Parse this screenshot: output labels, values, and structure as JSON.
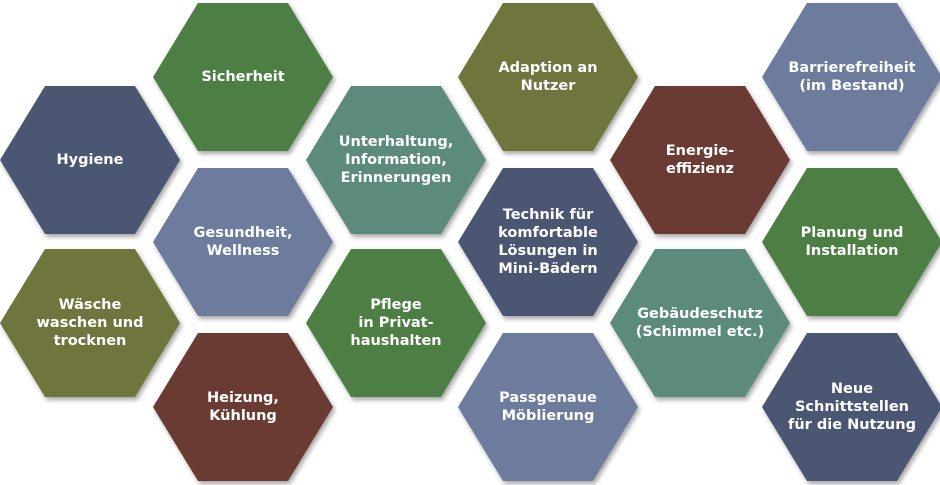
{
  "tiles": [
    {
      "lines": [
        "Hygiene"
      ],
      "color": "#4b5773"
    },
    {
      "lines": [
        "Sicherheit"
      ],
      "color": "#4e7f45"
    },
    {
      "lines": [
        "Gesundheit,",
        "Wellness"
      ],
      "color": "#6d7c9c"
    },
    {
      "lines": [
        "Wäsche",
        "waschen und",
        "trocknen"
      ],
      "color": "#6f743d"
    },
    {
      "lines": [
        "Heizung,",
        "Kühlung"
      ],
      "color": "#6a3a31"
    },
    {
      "lines": [
        "Unterhaltung,",
        "Information,",
        "Erinnerungen"
      ],
      "color": "#5b8a7c"
    },
    {
      "lines": [
        "Pflege",
        "in Privat-",
        "haushalten"
      ],
      "color": "#4e7f45"
    },
    {
      "lines": [
        "Adaption an",
        "Nutzer"
      ],
      "color": "#6f743d"
    },
    {
      "lines": [
        "Technik für",
        "komfortable",
        "Lösungen in",
        "Mini-Bädern"
      ],
      "color": "#4b5773"
    },
    {
      "lines": [
        "Passgenaue",
        "Möblierung"
      ],
      "color": "#6d7c9c"
    },
    {
      "lines": [
        "Energie-",
        "effizienz"
      ],
      "color": "#6a3a31"
    },
    {
      "lines": [
        "Gebäudeschutz",
        "(Schimmel etc.)"
      ],
      "color": "#5b8a7c"
    },
    {
      "lines": [
        "Barrierefreiheit",
        "(im Bestand)"
      ],
      "color": "#6d7c9c"
    },
    {
      "lines": [
        "Planung und",
        "Installation"
      ],
      "color": "#4e7f45"
    },
    {
      "lines": [
        "Neue",
        "Schnittstellen",
        "für die Nutzung"
      ],
      "color": "#4b5773"
    }
  ]
}
